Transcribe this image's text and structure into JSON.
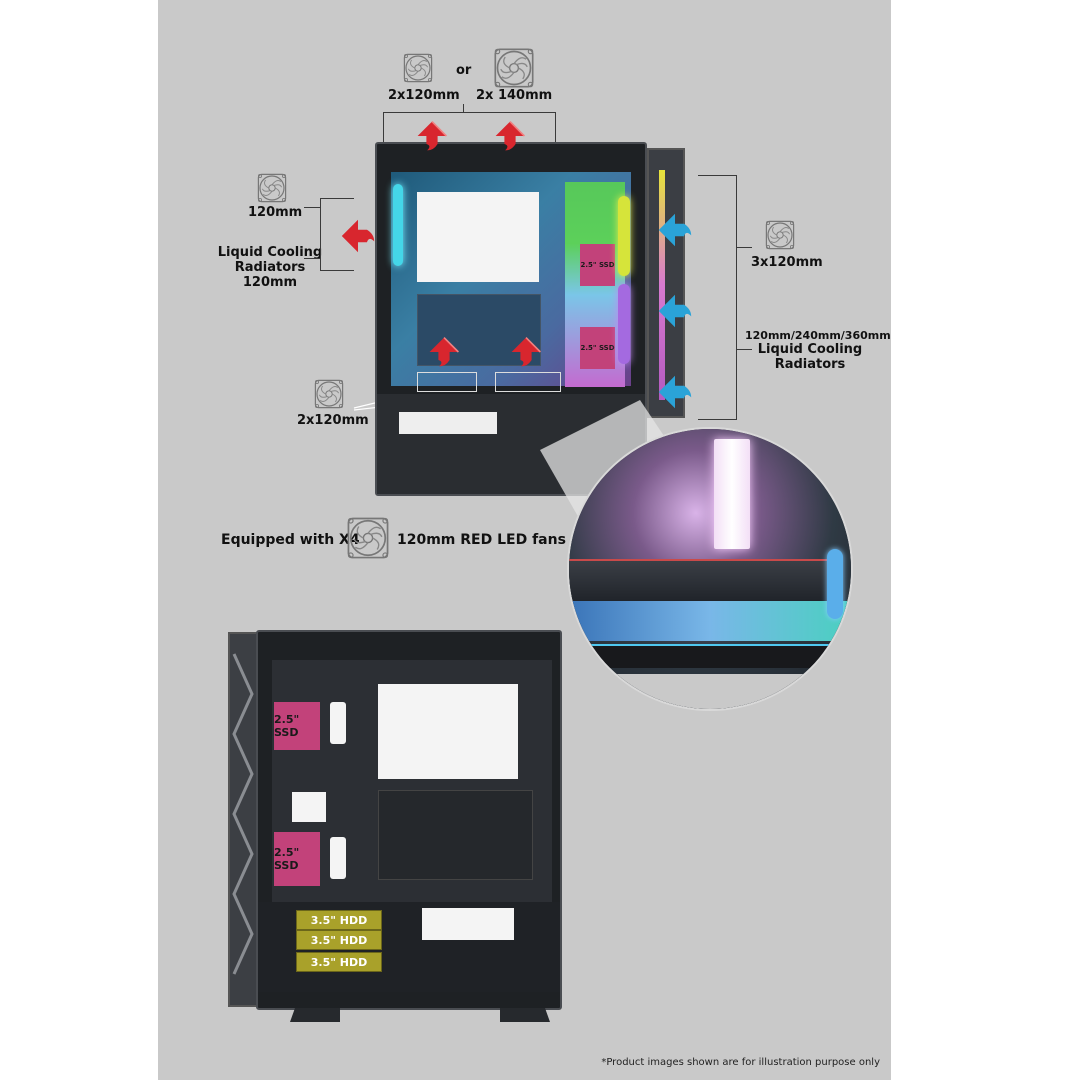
{
  "top_labels": {
    "or": "or",
    "top_fans_120": "2x120mm",
    "top_fans_140": "2x 140mm"
  },
  "rear": {
    "fan": "120mm",
    "radiator_line1": "Liquid Cooling",
    "radiator_line2": "Radiators",
    "radiator_line3": "120mm"
  },
  "front": {
    "fans": "3x120mm",
    "radiator_sizes": "120mm/240mm/360mm",
    "radiator_line1": "Liquid Cooling",
    "radiator_line2": "Radiators"
  },
  "bottom": {
    "fans": "2x120mm"
  },
  "equipped": {
    "prefix": "Equipped with X4",
    "suffix": "120mm RED LED fans"
  },
  "drive_bays_top": [
    {
      "label": "2.5\"  SSD"
    },
    {
      "label": "2.5\"  SSD"
    }
  ],
  "drive_bays_bottom": {
    "ssd": [
      {
        "label": "2.5\"  SSD"
      },
      {
        "label": "2.5\"  SSD"
      }
    ],
    "hdd": [
      {
        "label": "3.5\"  HDD"
      },
      {
        "label": "3.5\"  HDD"
      },
      {
        "label": "3.5\"  HDD"
      }
    ]
  },
  "colors": {
    "background": "#c9c9c9",
    "exhaust_arrow": "#d8262e",
    "intake_arrow": "#2aa3d8",
    "ssd": "#c2427a",
    "hdd": "#a9a12a"
  },
  "footnote": "*Product images shown are for illustration purpose only"
}
